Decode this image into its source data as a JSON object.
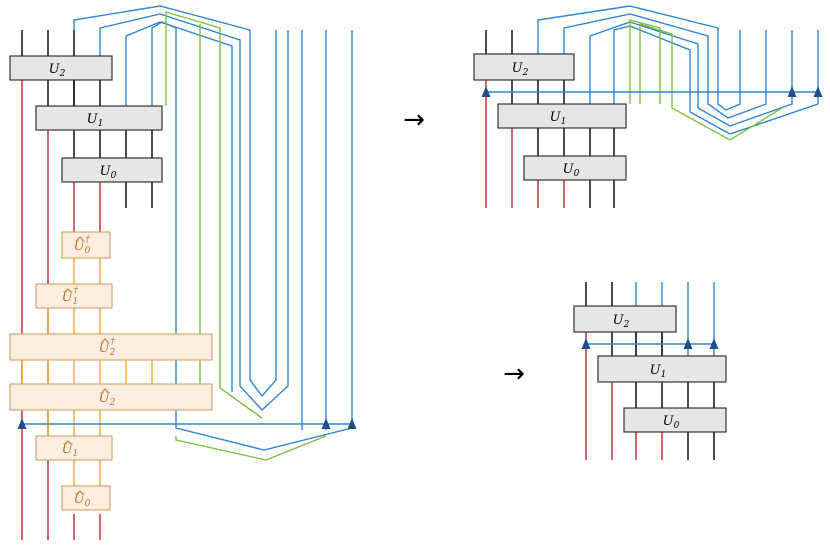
{
  "colors": {
    "wire_black": "#000000",
    "wire_red": "#c0232b",
    "wire_blue": "#2e86d4",
    "wire_green": "#7cc143",
    "wire_orange": "#f0a830",
    "box_gray_fill": "#e6e6e6",
    "box_gray_stroke": "#222222",
    "box_orange_fill": "#fbeee0",
    "box_orange_stroke": "#d4a060",
    "label_orange": "#c0742a",
    "arrowhead": "#1f4e8c"
  },
  "arrows": [
    "→",
    "→"
  ],
  "left_circuit": {
    "gates": {
      "u2": "U2",
      "u1": "U1",
      "u0": "U0",
      "u0_dagger": "Û0†",
      "u1_dagger": "Û1†",
      "u2_dagger": "Û2†",
      "u2_hat": "Û2",
      "u1_hat": "Û1",
      "u0_hat": "Û0"
    }
  },
  "top_right_circuit": {
    "gates": {
      "u2": "U2",
      "u1": "U1",
      "u0": "U0"
    }
  },
  "bottom_right_circuit": {
    "gates": {
      "u2": "U2",
      "u1": "U1",
      "u0": "U0"
    }
  }
}
